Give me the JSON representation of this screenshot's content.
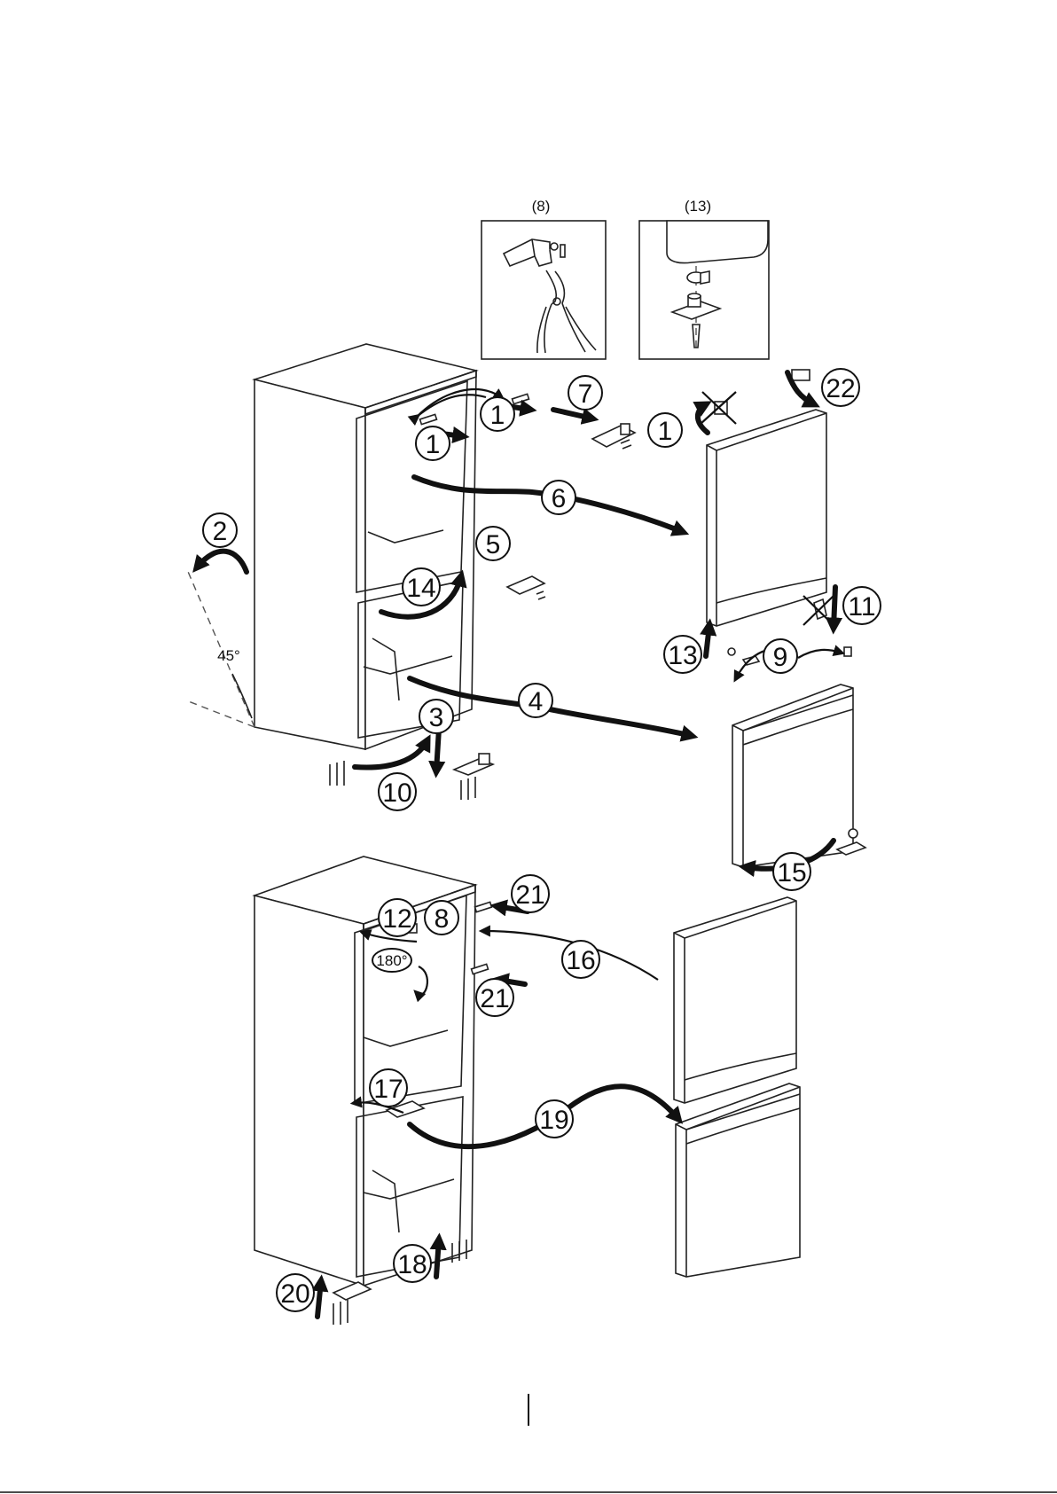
{
  "diagram": {
    "inset_labels": [
      "(8)",
      "(13)"
    ],
    "angle_label": "45°",
    "rotation_label": "180°",
    "step_numbers": {
      "s1a": "1",
      "s1b": "1",
      "s1c": "1",
      "s2": "2",
      "s3": "3",
      "s4": "4",
      "s5": "5",
      "s6": "6",
      "s7": "7",
      "s8": "8",
      "s9": "9",
      "s10": "10",
      "s11": "11",
      "s12": "12",
      "s13": "13",
      "s14": "14",
      "s15": "15",
      "s16": "16",
      "s17": "17",
      "s18": "18",
      "s19": "19",
      "s20": "20",
      "s21a": "21",
      "s21b": "21",
      "s22": "22"
    }
  }
}
